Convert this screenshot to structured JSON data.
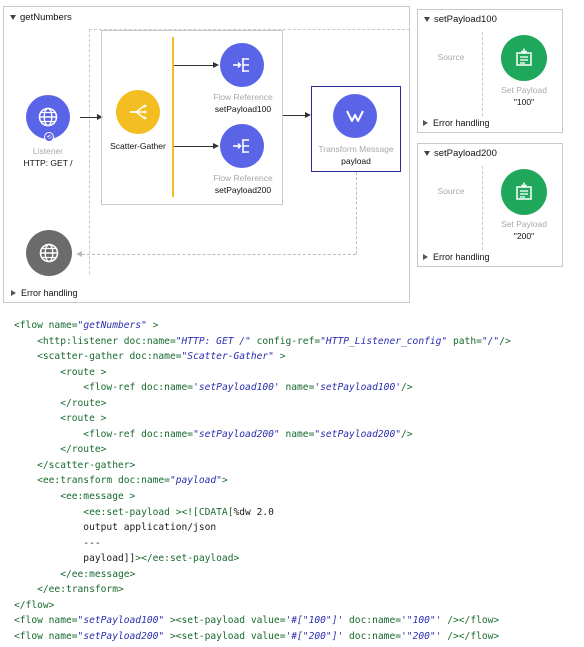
{
  "main_flow": {
    "name": "getNumbers",
    "listener": {
      "type": "Listener",
      "name": "HTTP: GET /"
    },
    "scatter_gather": {
      "name": "Scatter-Gather"
    },
    "flow_ref_1": {
      "type": "Flow Reference",
      "name": "setPayload100"
    },
    "flow_ref_2": {
      "type": "Flow Reference",
      "name": "setPayload200"
    },
    "transform": {
      "type": "Transform Message",
      "name": "payload"
    },
    "error_handling": "Error handling"
  },
  "sub_flow_1": {
    "name": "setPayload100",
    "source_label": "Source",
    "component_type": "Set Payload",
    "component_name": "\"100\"",
    "error_handling": "Error handling"
  },
  "sub_flow_2": {
    "name": "setPayload200",
    "source_label": "Source",
    "component_type": "Set Payload",
    "component_name": "\"200\"",
    "error_handling": "Error handling"
  },
  "colors": {
    "listener": "#5a64e6",
    "scatter_gather": "#f4be22",
    "flow_ref": "#5a64e6",
    "transform": "#5a64e6",
    "set_payload": "#1fa85c",
    "response": "#6b6b6b"
  },
  "code": [
    [
      [
        "t",
        "<flow name="
      ],
      [
        "v",
        "\"getNumbers\""
      ],
      [
        "t",
        " >"
      ]
    ],
    [
      [
        "t",
        "    <http:listener doc:name="
      ],
      [
        "v",
        "\"HTTP: GET /\""
      ],
      [
        "t",
        " config-ref="
      ],
      [
        "v",
        "\"HTTP_Listener_config\""
      ],
      [
        "t",
        " path="
      ],
      [
        "v",
        "\"/\""
      ],
      [
        "t",
        "/>"
      ]
    ],
    [
      [
        "t",
        "    <scatter-gather doc:name="
      ],
      [
        "v",
        "\"Scatter-Gather\""
      ],
      [
        "t",
        " >"
      ]
    ],
    [
      [
        "t",
        "        <route >"
      ]
    ],
    [
      [
        "t",
        "            <flow-ref doc:name="
      ],
      [
        "v",
        "'setPayload100'"
      ],
      [
        "t",
        " name="
      ],
      [
        "v",
        "'setPayload100'"
      ],
      [
        "t",
        "/>"
      ]
    ],
    [
      [
        "t",
        "        </route>"
      ]
    ],
    [
      [
        "t",
        "        <route >"
      ]
    ],
    [
      [
        "t",
        "            <flow-ref doc:name="
      ],
      [
        "v",
        "\"setPayload200\""
      ],
      [
        "t",
        " name="
      ],
      [
        "v",
        "\"setPayload200\""
      ],
      [
        "t",
        "/>"
      ]
    ],
    [
      [
        "t",
        "        </route>"
      ]
    ],
    [
      [
        "t",
        "    </scatter-gather>"
      ]
    ],
    [
      [
        "t",
        "    <ee:transform doc:name="
      ],
      [
        "v",
        "\"payload\""
      ],
      [
        "t",
        ">"
      ]
    ],
    [
      [
        "t",
        "        <ee:message >"
      ]
    ],
    [
      [
        "t",
        "            <ee:set-payload ><![CDATA["
      ],
      [
        "n",
        "%dw 2.0"
      ]
    ],
    [
      [
        "n",
        "            output application/json"
      ]
    ],
    [
      [
        "n",
        "            ---"
      ]
    ],
    [
      [
        "n",
        "            payload]]"
      ],
      [
        "t",
        "></ee:set-payload>"
      ]
    ],
    [
      [
        "t",
        "        </ee:message>"
      ]
    ],
    [
      [
        "t",
        "    </ee:transform>"
      ]
    ],
    [
      [
        "t",
        "</flow>"
      ]
    ],
    [
      [
        "t",
        "<flow name="
      ],
      [
        "v",
        "\"setPayload100\""
      ],
      [
        "t",
        " ><set-payload value="
      ],
      [
        "v",
        "'#[\"100\"]'"
      ],
      [
        "t",
        " doc:name="
      ],
      [
        "v",
        "'\"100\"'"
      ],
      [
        "t",
        " /></flow>"
      ]
    ],
    [
      [
        "t",
        "<flow name="
      ],
      [
        "v",
        "\"setPayload200\""
      ],
      [
        "t",
        " ><set-payload value="
      ],
      [
        "v",
        "'#[\"200\"]'"
      ],
      [
        "t",
        " doc:name="
      ],
      [
        "v",
        "'\"200\"'"
      ],
      [
        "t",
        " /></flow>"
      ]
    ]
  ]
}
